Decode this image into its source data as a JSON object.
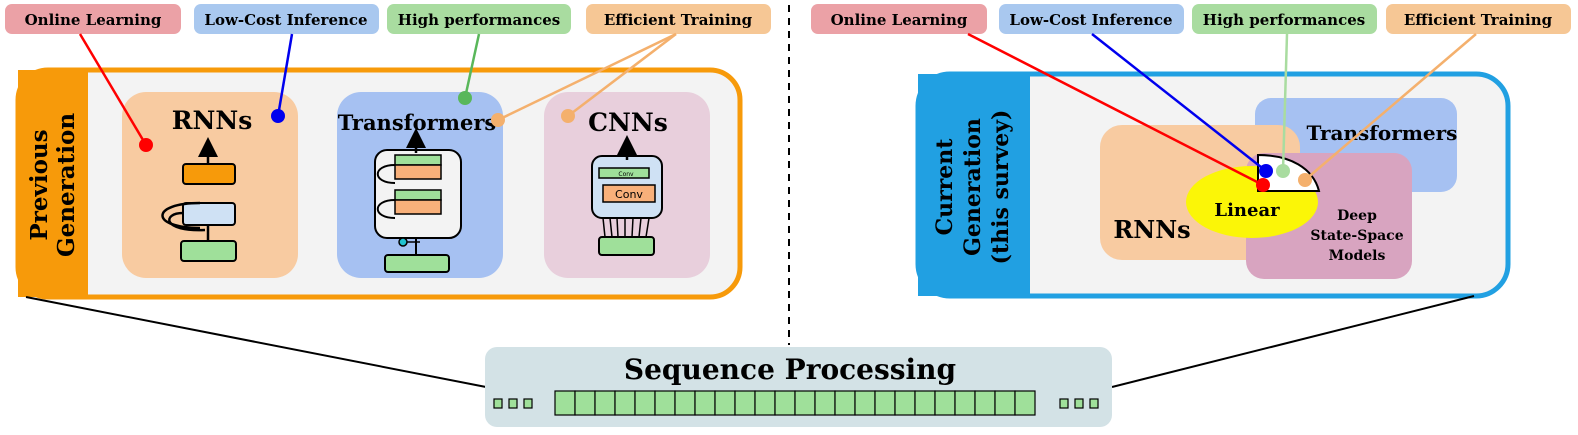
{
  "left": {
    "tags": [
      "Online Learning",
      "Low-Cost Inference",
      "High performances",
      "Efficient Training"
    ],
    "sidebar_line1": "Previous",
    "sidebar_line2": "Generation",
    "rnns": "RNNs",
    "transformers": "Transformers",
    "cnns": "CNNs",
    "conv_small": "Conv",
    "conv_big": "Conv"
  },
  "right": {
    "tags": [
      "Online Learning",
      "Low-Cost Inference",
      "High performances",
      "Efficient Training"
    ],
    "sidebar_line1": "Current",
    "sidebar_line2": "Generation",
    "sidebar_line3": "(this survey)",
    "transformers": "Transformers",
    "rnns": "RNNs",
    "linear": "Linear",
    "ssm_line1": "Deep",
    "ssm_line2": "State-Space",
    "ssm_line3": "Models"
  },
  "bottom": {
    "title": "Sequence Processing",
    "token_count": 24
  },
  "colors": {
    "tag_online": "#eba1a6",
    "tag_lowcost": "#a9c8ef",
    "tag_highperf": "#a9dca0",
    "tag_training": "#f6c795",
    "orange": "#f79a0a",
    "blue": "#21a0e2",
    "rnn_fill": "#f8cba1",
    "trans_fill": "#a6c1f2",
    "cnn_fill": "#e8cfdc",
    "ssm_fill": "#d8a4c0",
    "linear_fill": "#fbf607",
    "green_block": "#9fe09a",
    "panel_bg": "#d3e2e6"
  }
}
